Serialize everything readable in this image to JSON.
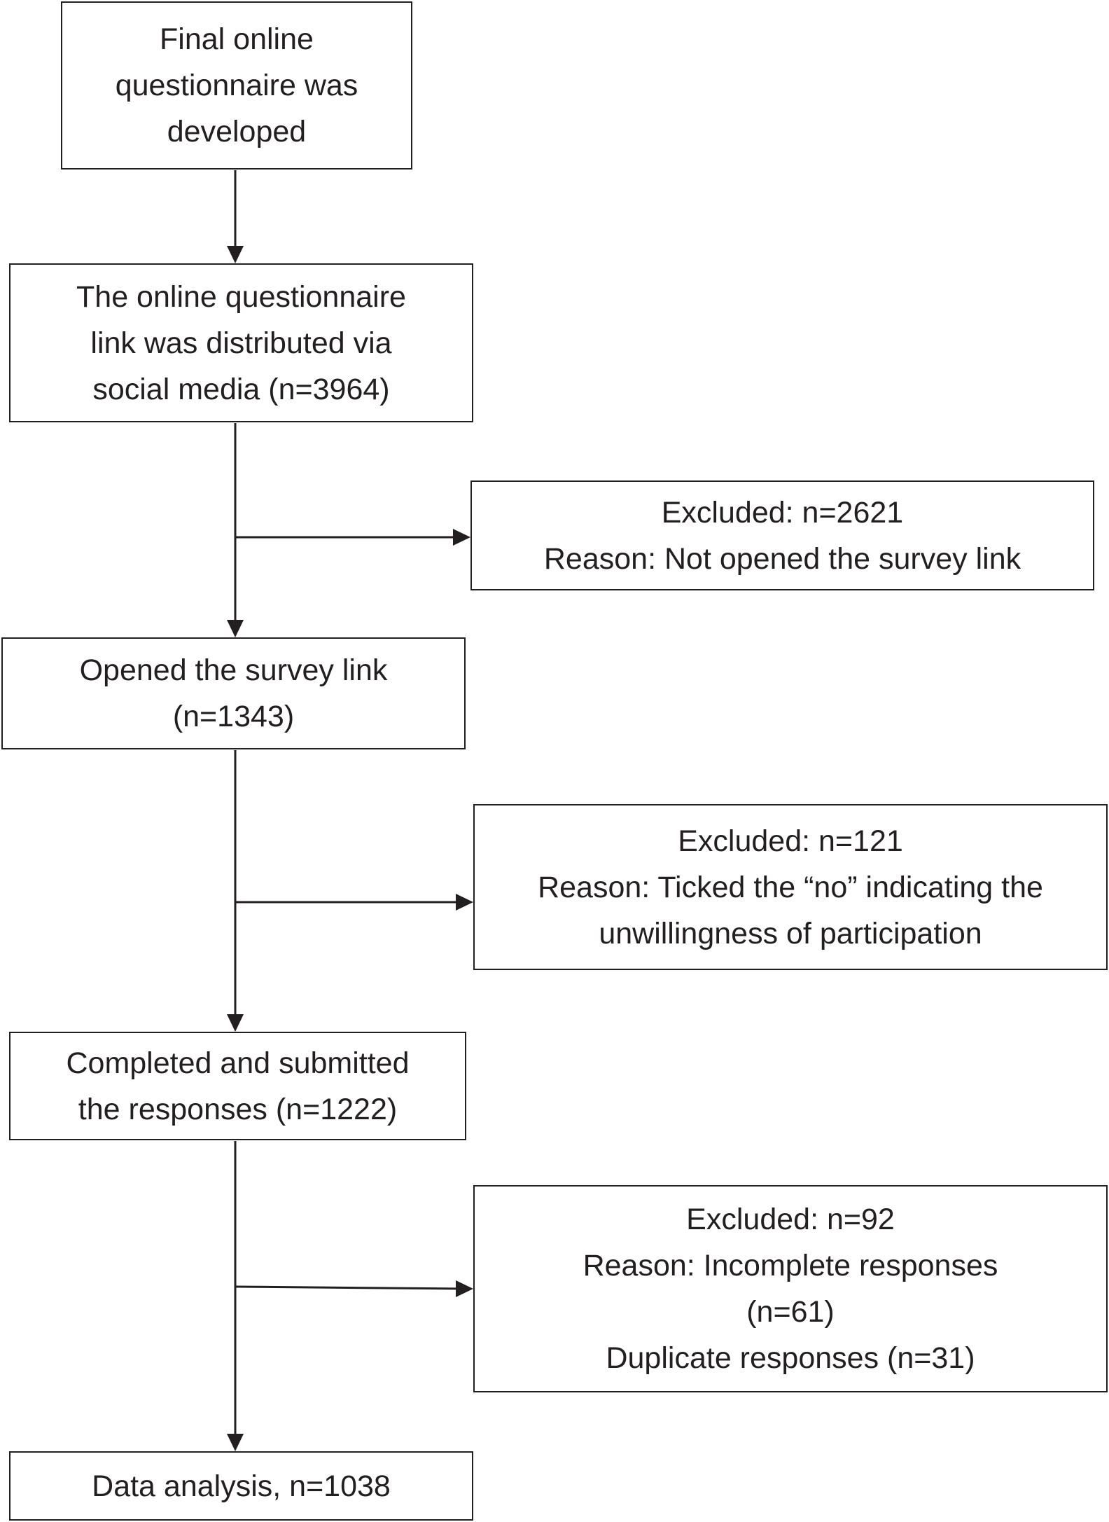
{
  "flowchart": {
    "steps": [
      {
        "id": "start",
        "text": "Final online\nquestionnaire was\ndeveloped"
      },
      {
        "id": "distributed",
        "text": "The online questionnaire\nlink was distributed via\nsocial media (n=3964)"
      },
      {
        "id": "opened",
        "text": "Opened the survey link\n(n=1343)"
      },
      {
        "id": "completed",
        "text": "Completed and submitted\nthe responses (n=1222)"
      },
      {
        "id": "analysis",
        "text": "Data analysis, n=1038"
      }
    ],
    "exclusions": [
      {
        "id": "excluded-1",
        "text": "Excluded: n=2621\nReason: Not opened the survey link"
      },
      {
        "id": "excluded-2",
        "text": "Excluded: n=121\nReason: Ticked the “no” indicating the\nunwillingness of participation"
      },
      {
        "id": "excluded-3",
        "text": "Excluded: n=92\nReason: Incomplete responses\n(n=61)\nDuplicate responses (n=31)"
      }
    ]
  },
  "colors": {
    "line": "#231f20",
    "background": "#ffffff"
  }
}
